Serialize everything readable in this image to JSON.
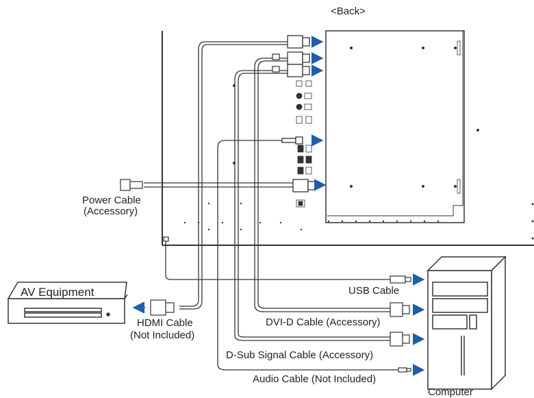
{
  "labels": {
    "back": "<Back>",
    "power_cable_line1": "Power Cable",
    "power_cable_line2": "(Accessory)",
    "av_equipment": "AV Equipment",
    "hdmi_cable_line1": "HDMI Cable",
    "hdmi_cable_line2": "(Not Included)",
    "usb_cable": "USB Cable",
    "dvi_cable": "DVI-D Cable (Accessory)",
    "dsub_cable": "D-Sub Signal Cable (Accessory)",
    "audio_cable": "Audio Cable (Not Included)",
    "computer": "Computer"
  },
  "colors": {
    "line": "#333333",
    "arrow": "#1f5fa8",
    "panel_fill": "#ffffff"
  }
}
